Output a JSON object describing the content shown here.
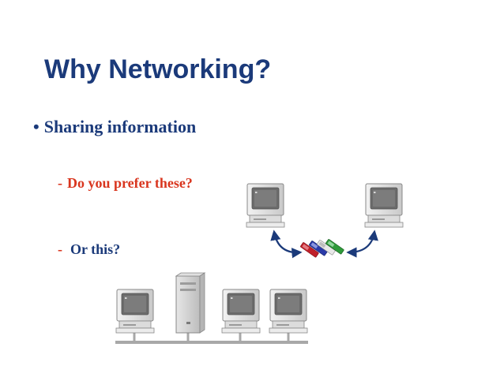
{
  "slide": {
    "title": "Why Networking?",
    "bullet": {
      "marker": "•",
      "text": "Sharing information"
    },
    "sub_items": [
      {
        "dash": "-",
        "text": "Do you prefer these?",
        "color": "#d9361f"
      },
      {
        "dash": "-",
        "text": "Or this?",
        "color": "#1b3a7a"
      }
    ]
  },
  "colors": {
    "title": "#1b3a7a",
    "accent_red": "#d9361f",
    "arrow": "#1b3a7a",
    "disk_red": "#c0202a",
    "disk_blue": "#2a3aa8",
    "disk_green": "#2e9a3a"
  },
  "illustration": {
    "top_group": {
      "computers": [
        "computer-icon",
        "computer-icon"
      ],
      "transfer": "floppy-disks-icon"
    },
    "network_group": {
      "devices": [
        "computer-icon",
        "server-tower-icon",
        "computer-icon",
        "computer-icon"
      ],
      "link": "network-bus-line"
    }
  }
}
